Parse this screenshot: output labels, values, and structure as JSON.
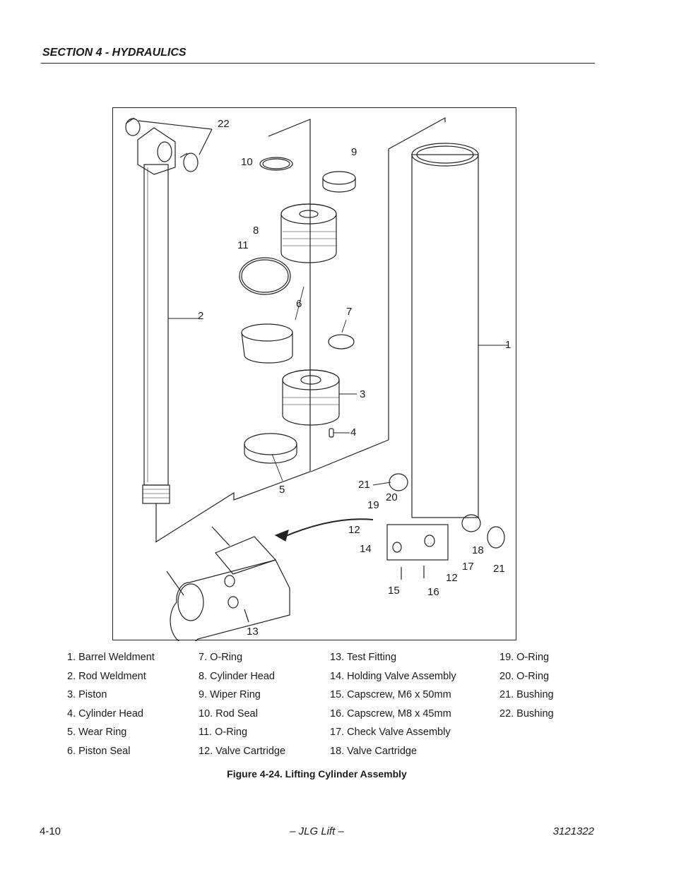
{
  "header": {
    "section_title": "SECTION 4 - HYDRAULICS"
  },
  "figure": {
    "callouts": [
      "22",
      "10",
      "9",
      "8",
      "11",
      "2",
      "6",
      "7",
      "1",
      "3",
      "4",
      "5",
      "21",
      "20",
      "19",
      "12",
      "14",
      "18",
      "17",
      "21",
      "12",
      "15",
      "16",
      "13"
    ],
    "legend": [
      [
        "1.  Barrel Weldment",
        "2.  Rod Weldment",
        "3.  Piston",
        "4.  Cylinder Head",
        "5.  Wear Ring",
        "6.  Piston Seal"
      ],
      [
        "7.  O-Ring",
        "8.  Cylinder Head",
        "9.  Wiper Ring",
        "10.  Rod Seal",
        "11.  O-Ring",
        "12.  Valve Cartridge"
      ],
      [
        "13.  Test Fitting",
        "14.  Holding Valve Assembly",
        "15.  Capscrew, M6 x 50mm",
        "16.  Capscrew, M8 x 45mm",
        "17.  Check Valve Assembly",
        "18.  Valve Cartridge"
      ],
      [
        "19.  O-Ring",
        "20.  O-Ring",
        "21.  Bushing",
        "22.  Bushing"
      ]
    ],
    "caption": "Figure 4-24.  Lifting Cylinder Assembly"
  },
  "footer": {
    "page_number": "4-10",
    "publisher": "– JLG Lift –",
    "document_number": "3121322"
  }
}
